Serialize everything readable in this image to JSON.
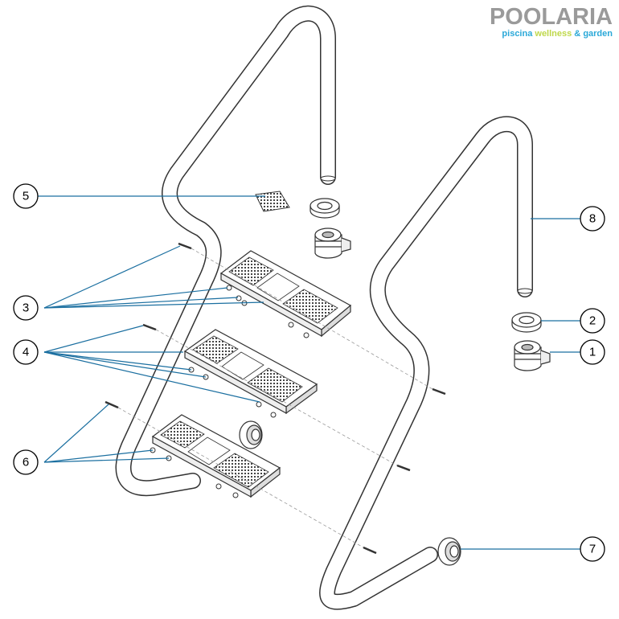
{
  "brand": {
    "name": "POOLARIA",
    "tagline_parts": [
      {
        "text": "piscina",
        "color": "#2aa8d8"
      },
      {
        "text": " wellness",
        "color": "#bfd84a"
      },
      {
        "text": " & ",
        "color": "#2aa8d8"
      },
      {
        "text": "garden",
        "color": "#2aa8d8"
      }
    ],
    "name_color": "#9a9a9a",
    "accent_color": "#2aa8d8"
  },
  "callouts": [
    {
      "id": "c5",
      "label": "5"
    },
    {
      "id": "c8",
      "label": "8"
    },
    {
      "id": "c3",
      "label": "3"
    },
    {
      "id": "c2",
      "label": "2"
    },
    {
      "id": "c4",
      "label": "4"
    },
    {
      "id": "c1",
      "label": "1"
    },
    {
      "id": "c6",
      "label": "6"
    },
    {
      "id": "c7",
      "label": "7"
    }
  ],
  "colors": {
    "leader_line": "#1b6fa0",
    "drawing": "#333333"
  }
}
